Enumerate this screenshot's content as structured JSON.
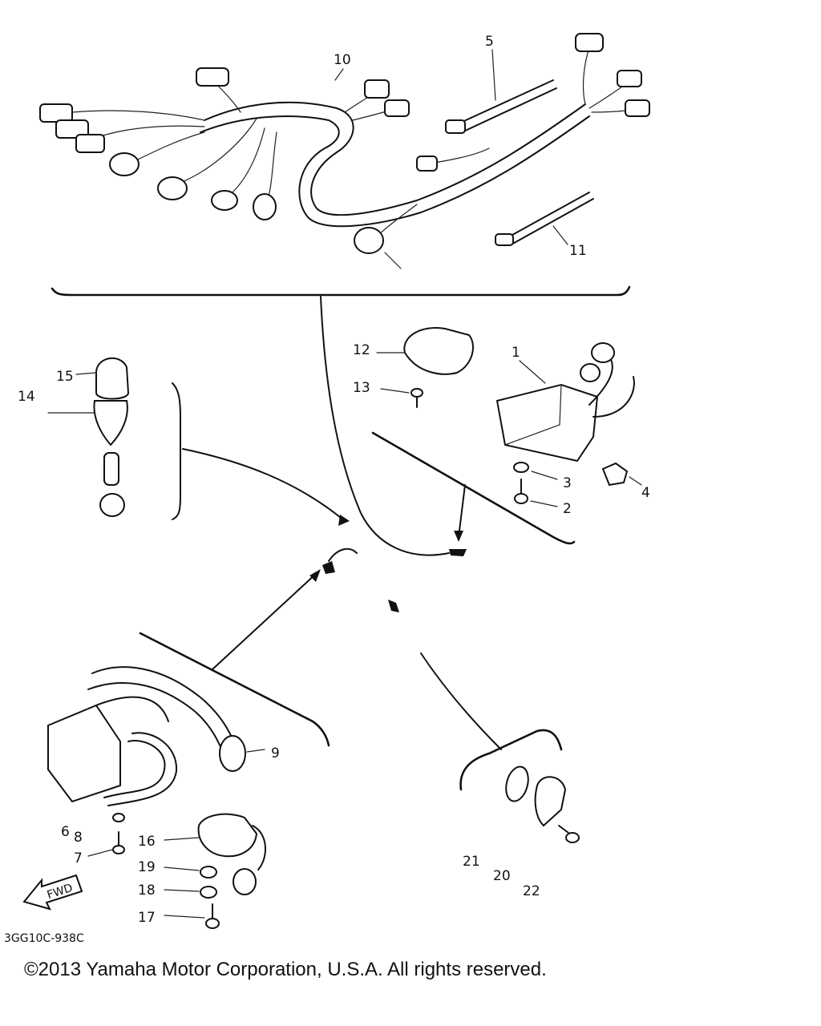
{
  "diagram": {
    "part_labels": {
      "p1": "1",
      "p2": "2",
      "p3": "3",
      "p4": "4",
      "p5": "5",
      "p6": "6",
      "p7": "7",
      "p8": "8",
      "p9": "9",
      "p10": "10",
      "p11": "11",
      "p12": "12",
      "p13": "13",
      "p14": "14",
      "p15": "15",
      "p16": "16",
      "p17": "17",
      "p18": "18",
      "p19": "19",
      "p20": "20",
      "p21": "21",
      "p22": "22"
    },
    "fwd_label": "FWD",
    "drawing_code": "3GG10C-938C"
  },
  "footer": {
    "copyright": "©2013 Yamaha Motor Corporation, U.S.A. All rights reserved."
  }
}
